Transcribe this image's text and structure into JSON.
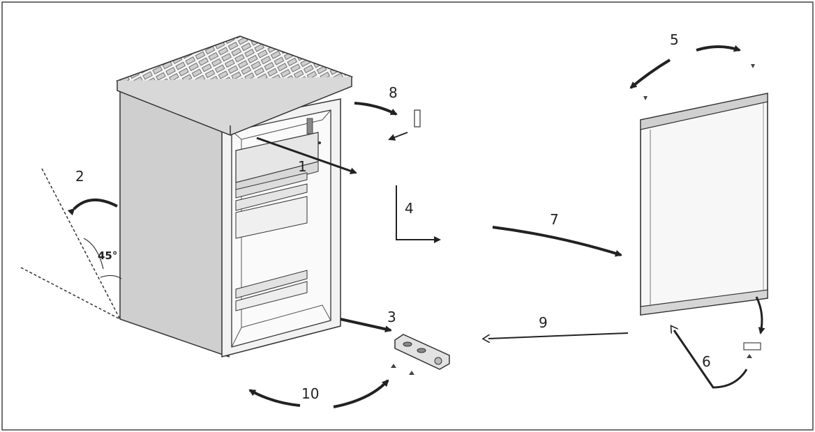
{
  "diagram": {
    "step_labels": [
      "1",
      "2",
      "3",
      "4",
      "5",
      "6",
      "7",
      "8",
      "9",
      "10"
    ],
    "angle_label": "45°"
  }
}
